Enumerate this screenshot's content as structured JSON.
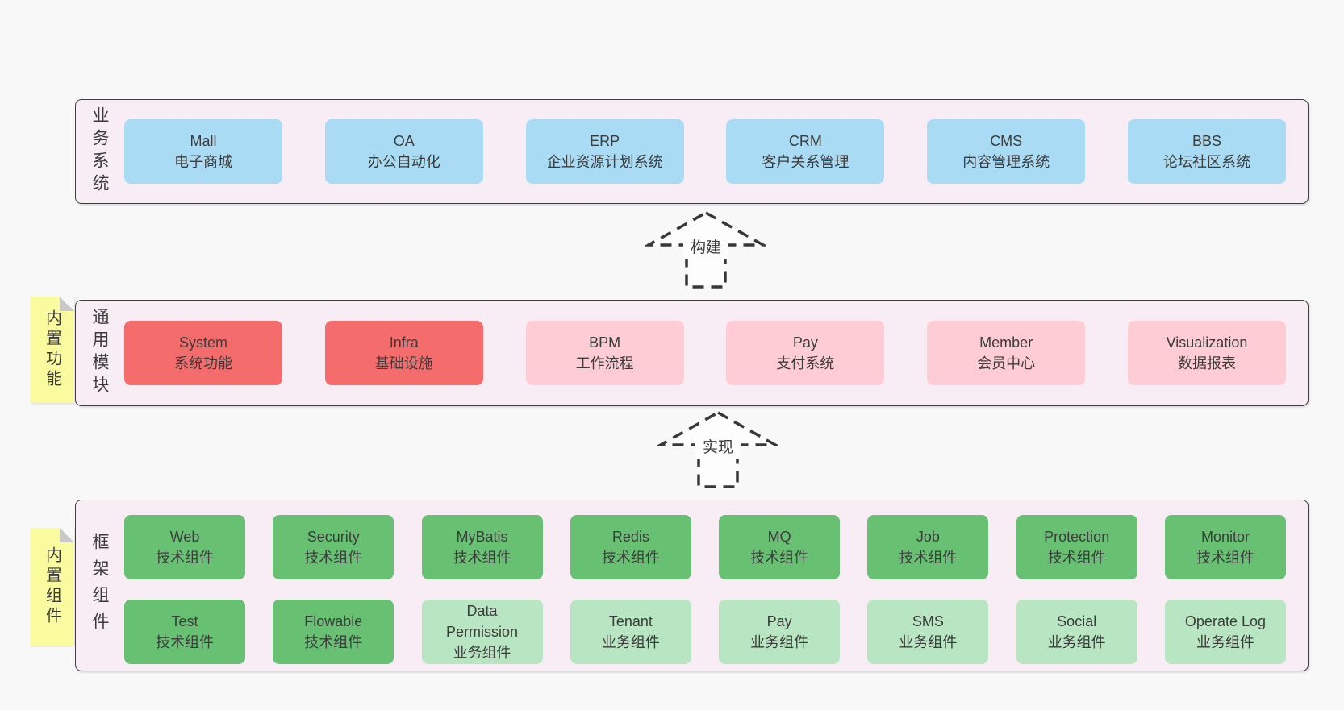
{
  "colors": {
    "page-bg": "#f8f8f8",
    "band-bg": "#f8edf5",
    "band-border": "#3f3f3f",
    "blue": "#a9dbf5",
    "red": "#f56c6c",
    "pink": "#fdccd4",
    "green": "#68c173",
    "lightgreen": "#b8e6c2",
    "yellow": "#fafa9e",
    "fold": "#c9c9c9",
    "text": "#3c3c3c",
    "arrow": "#383838"
  },
  "arrows": [
    {
      "label": "构建"
    },
    {
      "label": "实现"
    }
  ],
  "bands": [
    {
      "label": "业务系统",
      "boxes": [
        {
          "title": "Mall",
          "subtitle": "电子商城"
        },
        {
          "title": "OA",
          "subtitle": "办公自动化"
        },
        {
          "title": "ERP",
          "subtitle": "企业资源计划系统"
        },
        {
          "title": "CRM",
          "subtitle": "客户关系管理"
        },
        {
          "title": "CMS",
          "subtitle": "内容管理系统"
        },
        {
          "title": "BBS",
          "subtitle": "论坛社区系统"
        }
      ]
    },
    {
      "label": "通用模块",
      "note": "内置功能",
      "boxes": [
        {
          "title": "System",
          "subtitle": "系统功能"
        },
        {
          "title": "Infra",
          "subtitle": "基础设施"
        },
        {
          "title": "BPM",
          "subtitle": "工作流程"
        },
        {
          "title": "Pay",
          "subtitle": "支付系统"
        },
        {
          "title": "Member",
          "subtitle": "会员中心"
        },
        {
          "title": "Visualization",
          "subtitle": "数据报表"
        }
      ]
    },
    {
      "label": "框架组件",
      "note": "内置组件",
      "rows": [
        [
          {
            "title": "Web",
            "subtitle": "技术组件"
          },
          {
            "title": "Security",
            "subtitle": "技术组件"
          },
          {
            "title": "MyBatis",
            "subtitle": "技术组件"
          },
          {
            "title": "Redis",
            "subtitle": "技术组件"
          },
          {
            "title": "MQ",
            "subtitle": "技术组件"
          },
          {
            "title": "Job",
            "subtitle": "技术组件"
          },
          {
            "title": "Protection",
            "subtitle": "技术组件"
          },
          {
            "title": "Monitor",
            "subtitle": "技术组件"
          }
        ],
        [
          {
            "title": "Test",
            "subtitle": "技术组件"
          },
          {
            "title": "Flowable",
            "subtitle": "技术组件"
          },
          {
            "title": "Data Permission",
            "subtitle": "业务组件"
          },
          {
            "title": "Tenant",
            "subtitle": "业务组件"
          },
          {
            "title": "Pay",
            "subtitle": "业务组件"
          },
          {
            "title": "SMS",
            "subtitle": "业务组件"
          },
          {
            "title": "Social",
            "subtitle": "业务组件"
          },
          {
            "title": "Operate Log",
            "subtitle": "业务组件"
          }
        ]
      ]
    }
  ]
}
